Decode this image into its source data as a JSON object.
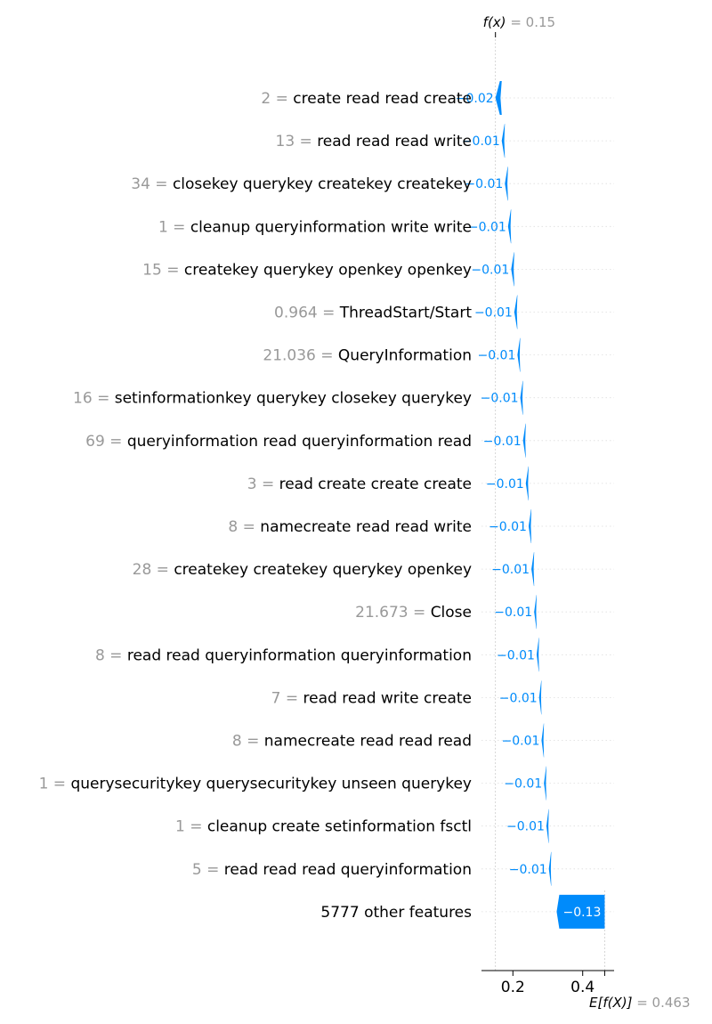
{
  "chart_data": {
    "type": "waterfall",
    "base_value_label": "E[f(X)]",
    "base_value": "= 0.463",
    "output_value_label": "f(x)",
    "output_value": "= 0.15",
    "xlim": [
      0.11,
      0.49
    ],
    "x_ticks": [
      0.2,
      0.4
    ],
    "x_tick_labels": [
      "0.2",
      "0.4"
    ],
    "grid": "horizontal dotted",
    "colors": {
      "negative": "#008bfb",
      "negative_text": "#008bfb",
      "value_text": "#999999",
      "name_text": "#000000",
      "tick_line": "#000000"
    },
    "features": [
      {
        "value": "2",
        "name": "create read read create",
        "shap": -0.02,
        "label": "−0.02",
        "start": 0.168,
        "end": 0.15
      },
      {
        "value": "13",
        "name": "read read read write",
        "shap": -0.01,
        "label": "−0.01",
        "start": 0.177,
        "end": 0.168
      },
      {
        "value": "34",
        "name": "closekey querykey createkey createkey",
        "shap": -0.01,
        "label": "−0.01",
        "start": 0.186,
        "end": 0.177
      },
      {
        "value": "1",
        "name": "cleanup queryinformation write write",
        "shap": -0.01,
        "label": "−0.01",
        "start": 0.195,
        "end": 0.186
      },
      {
        "value": "15",
        "name": "createkey querykey openkey openkey",
        "shap": -0.01,
        "label": "−0.01",
        "start": 0.204,
        "end": 0.195
      },
      {
        "value": "0.964",
        "name": "ThreadStart/Start",
        "shap": -0.01,
        "label": "−0.01",
        "start": 0.213,
        "end": 0.204
      },
      {
        "value": "21.036",
        "name": "QueryInformation",
        "shap": -0.01,
        "label": "−0.01",
        "start": 0.221,
        "end": 0.213
      },
      {
        "value": "16",
        "name": "setinformationkey querykey closekey querykey",
        "shap": -0.01,
        "label": "−0.01",
        "start": 0.229,
        "end": 0.221
      },
      {
        "value": "69",
        "name": "queryinformation read queryinformation read",
        "shap": -0.01,
        "label": "−0.01",
        "start": 0.237,
        "end": 0.229
      },
      {
        "value": "3",
        "name": "read create create create",
        "shap": -0.01,
        "label": "−0.01",
        "start": 0.245,
        "end": 0.237
      },
      {
        "value": "8",
        "name": "namecreate read read write",
        "shap": -0.01,
        "label": "−0.01",
        "start": 0.253,
        "end": 0.245
      },
      {
        "value": "28",
        "name": "createkey createkey querykey openkey",
        "shap": -0.01,
        "label": "−0.01",
        "start": 0.261,
        "end": 0.253
      },
      {
        "value": "21.673",
        "name": "Close",
        "shap": -0.01,
        "label": "−0.01",
        "start": 0.268,
        "end": 0.261
      },
      {
        "value": "8",
        "name": "read read queryinformation queryinformation",
        "shap": -0.01,
        "label": "−0.01",
        "start": 0.275,
        "end": 0.268
      },
      {
        "value": "7",
        "name": "read read write create",
        "shap": -0.01,
        "label": "−0.01",
        "start": 0.282,
        "end": 0.275
      },
      {
        "value": "8",
        "name": "namecreate read read read",
        "shap": -0.01,
        "label": "−0.01",
        "start": 0.289,
        "end": 0.282
      },
      {
        "value": "1",
        "name": "querysecuritykey querysecuritykey unseen querykey",
        "shap": -0.01,
        "label": "−0.01",
        "start": 0.296,
        "end": 0.289
      },
      {
        "value": "1",
        "name": "cleanup create setinformation fsctl",
        "shap": -0.01,
        "label": "−0.01",
        "start": 0.303,
        "end": 0.296
      },
      {
        "value": "5",
        "name": "read read read queryinformation",
        "shap": -0.01,
        "label": "−0.01",
        "start": 0.31,
        "end": 0.303
      },
      {
        "value": "",
        "name": "5777 other features",
        "shap": -0.13,
        "label": "−0.13",
        "start": 0.463,
        "end": 0.333
      }
    ]
  }
}
